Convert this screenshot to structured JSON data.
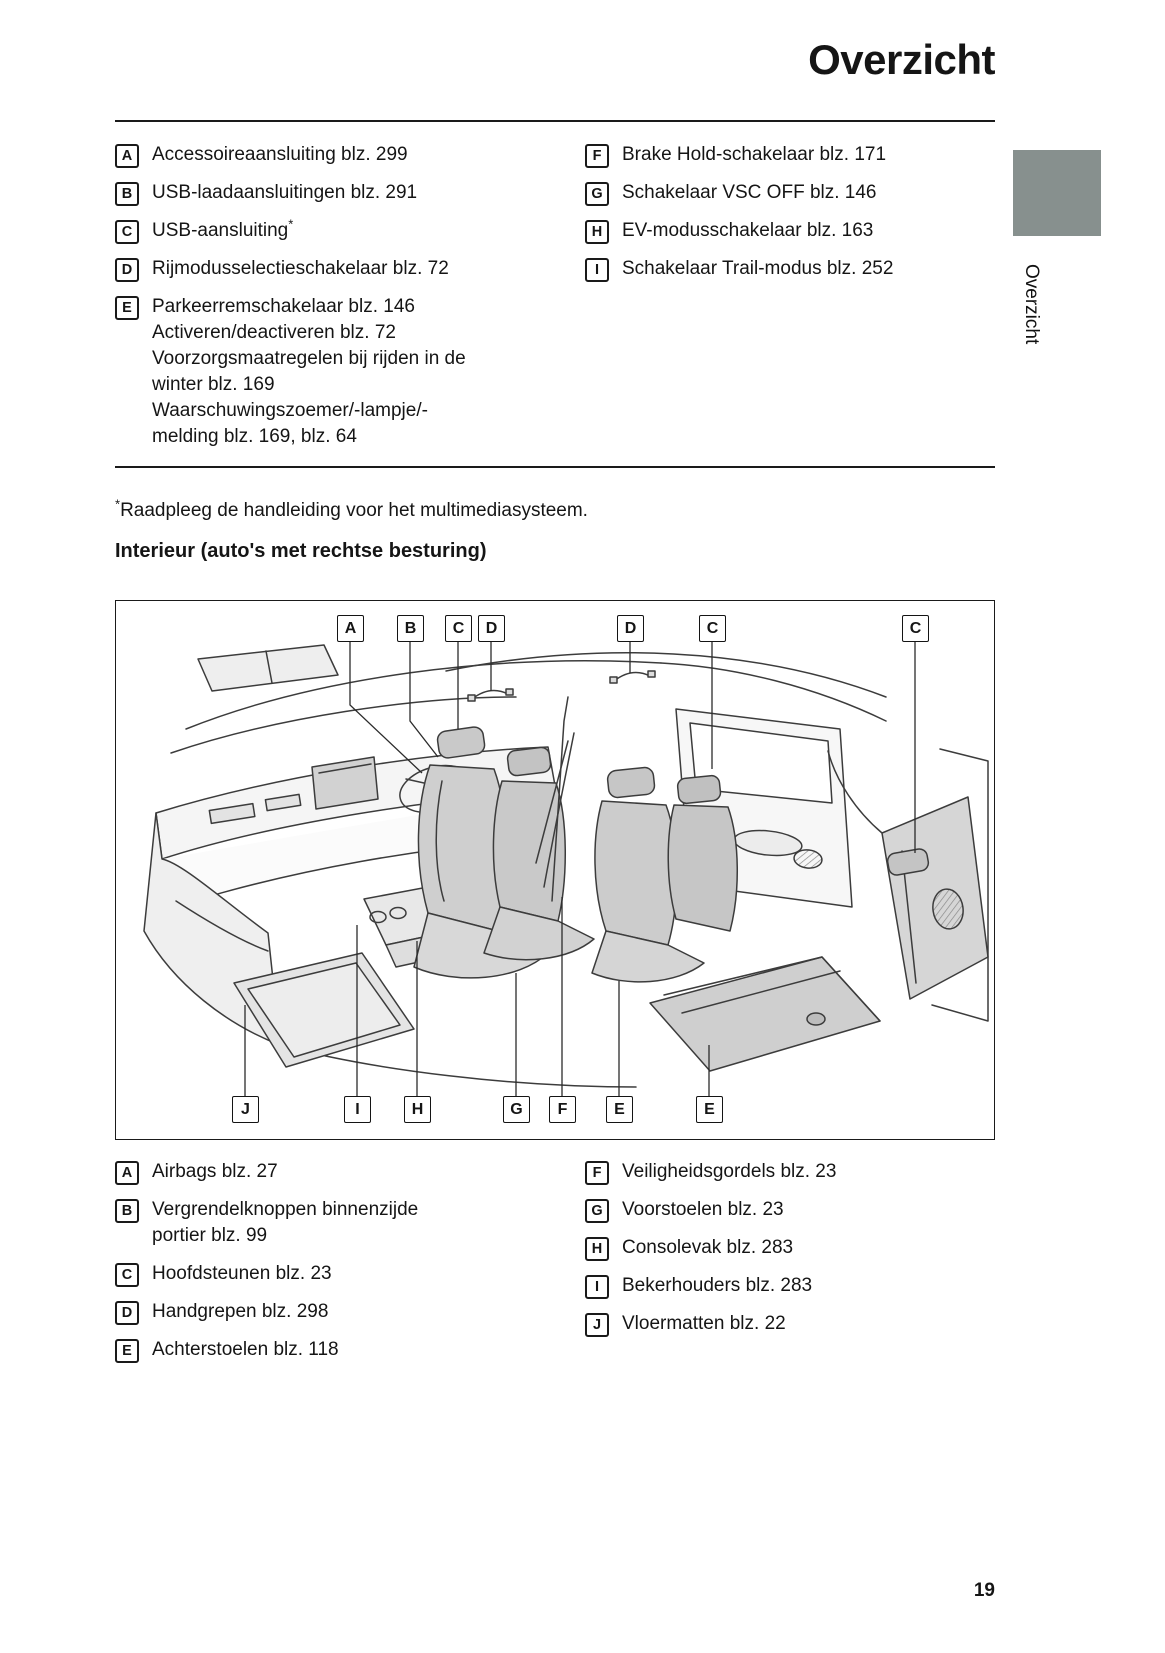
{
  "page": {
    "title": "Overzicht",
    "side_label": "Overzicht",
    "number": "19"
  },
  "colors": {
    "tab": "#87908e",
    "text": "#151515"
  },
  "footnote": {
    "marker": "*",
    "text": "Raadpleeg de handleiding voor het multimediasysteem."
  },
  "section_heading": "Interieur (auto's met rechtse besturing)",
  "top_legend": {
    "left": [
      {
        "key": "A",
        "text": "Accessoireaansluiting blz. 299"
      },
      {
        "key": "B",
        "text": "USB-laadaansluitingen blz. 291"
      },
      {
        "key": "C",
        "text": "USB-aansluiting",
        "sup": "*"
      },
      {
        "key": "D",
        "text": "Rijmodusselectieschakelaar blz. 72"
      },
      {
        "key": "E",
        "text": "Parkeerremschakelaar blz. 146",
        "extra_lines": [
          "Activeren/deactiveren blz. 72",
          "Voorzorgsmaatregelen bij rijden in de",
          "winter blz. 169",
          "Waarschuwingszoemer/-lampje/-",
          "melding blz. 169, blz. 64"
        ]
      }
    ],
    "right": [
      {
        "key": "F",
        "text": "Brake Hold-schakelaar blz. 171"
      },
      {
        "key": "G",
        "text": "Schakelaar VSC OFF blz. 146"
      },
      {
        "key": "H",
        "text": "EV-modusschakelaar blz. 163"
      },
      {
        "key": "I",
        "text": "Schakelaar Trail-modus blz. 252"
      }
    ]
  },
  "figure": {
    "top": [
      "A",
      "B",
      "C",
      "D",
      "D",
      "C",
      "C"
    ],
    "bottom": [
      "J",
      "I",
      "H",
      "G",
      "F",
      "E",
      "E"
    ]
  },
  "bottom_legend": {
    "left": [
      {
        "key": "A",
        "text": "Airbags blz. 27"
      },
      {
        "key": "B",
        "text": "Vergrendelknoppen binnenzijde",
        "extra_lines": [
          "portier blz. 99"
        ]
      },
      {
        "key": "C",
        "text": "Hoofdsteunen blz. 23"
      },
      {
        "key": "D",
        "text": "Handgrepen blz. 298"
      },
      {
        "key": "E",
        "text": "Achterstoelen blz. 118"
      }
    ],
    "right": [
      {
        "key": "F",
        "text": "Veiligheidsgordels blz. 23"
      },
      {
        "key": "G",
        "text": "Voorstoelen blz. 23"
      },
      {
        "key": "H",
        "text": "Consolevak blz. 283"
      },
      {
        "key": "I",
        "text": "Bekerhouders blz. 283"
      },
      {
        "key": "J",
        "text": "Vloermatten blz. 22"
      }
    ]
  }
}
